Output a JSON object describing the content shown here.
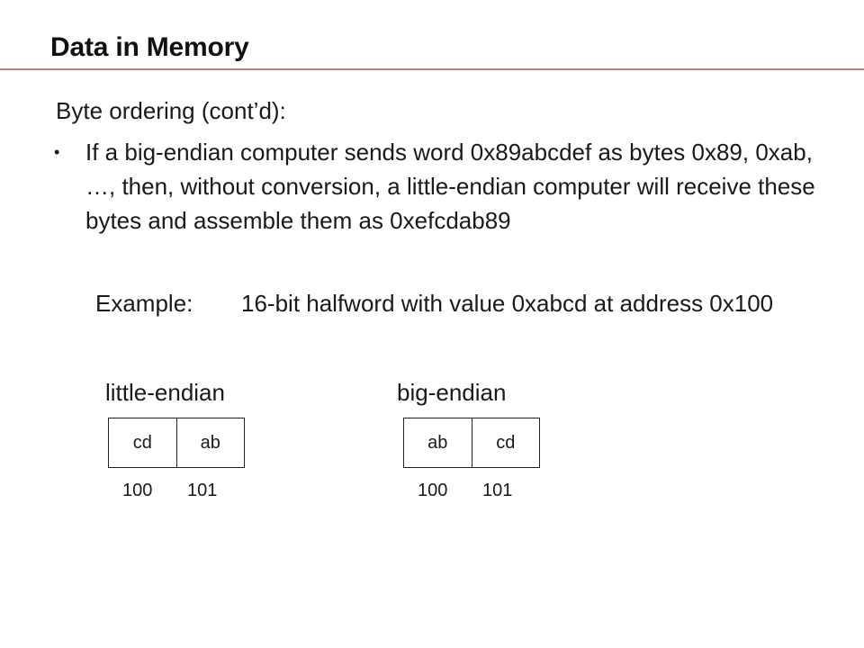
{
  "slide": {
    "title": "Data in Memory",
    "subheading": "Byte ordering (cont’d):",
    "bullet": "If a big-endian computer sends word 0x89abcdef as bytes 0x89, 0xab, …, then, without conversion, a little-endian computer will receive these bytes and assemble them as 0xefcdab89",
    "example_label": "Example:",
    "example_text": "16-bit halfword with value 0xabcd at address 0x100"
  },
  "little_endian": {
    "label": "little-endian",
    "bytes": [
      "cd",
      "ab"
    ],
    "addresses": [
      "100",
      "101"
    ]
  },
  "big_endian": {
    "label": "big-endian",
    "bytes": [
      "ab",
      "cd"
    ],
    "addresses": [
      "100",
      "101"
    ]
  },
  "colors": {
    "title_rule": "#c0836b",
    "text": "#1a1a1a"
  }
}
